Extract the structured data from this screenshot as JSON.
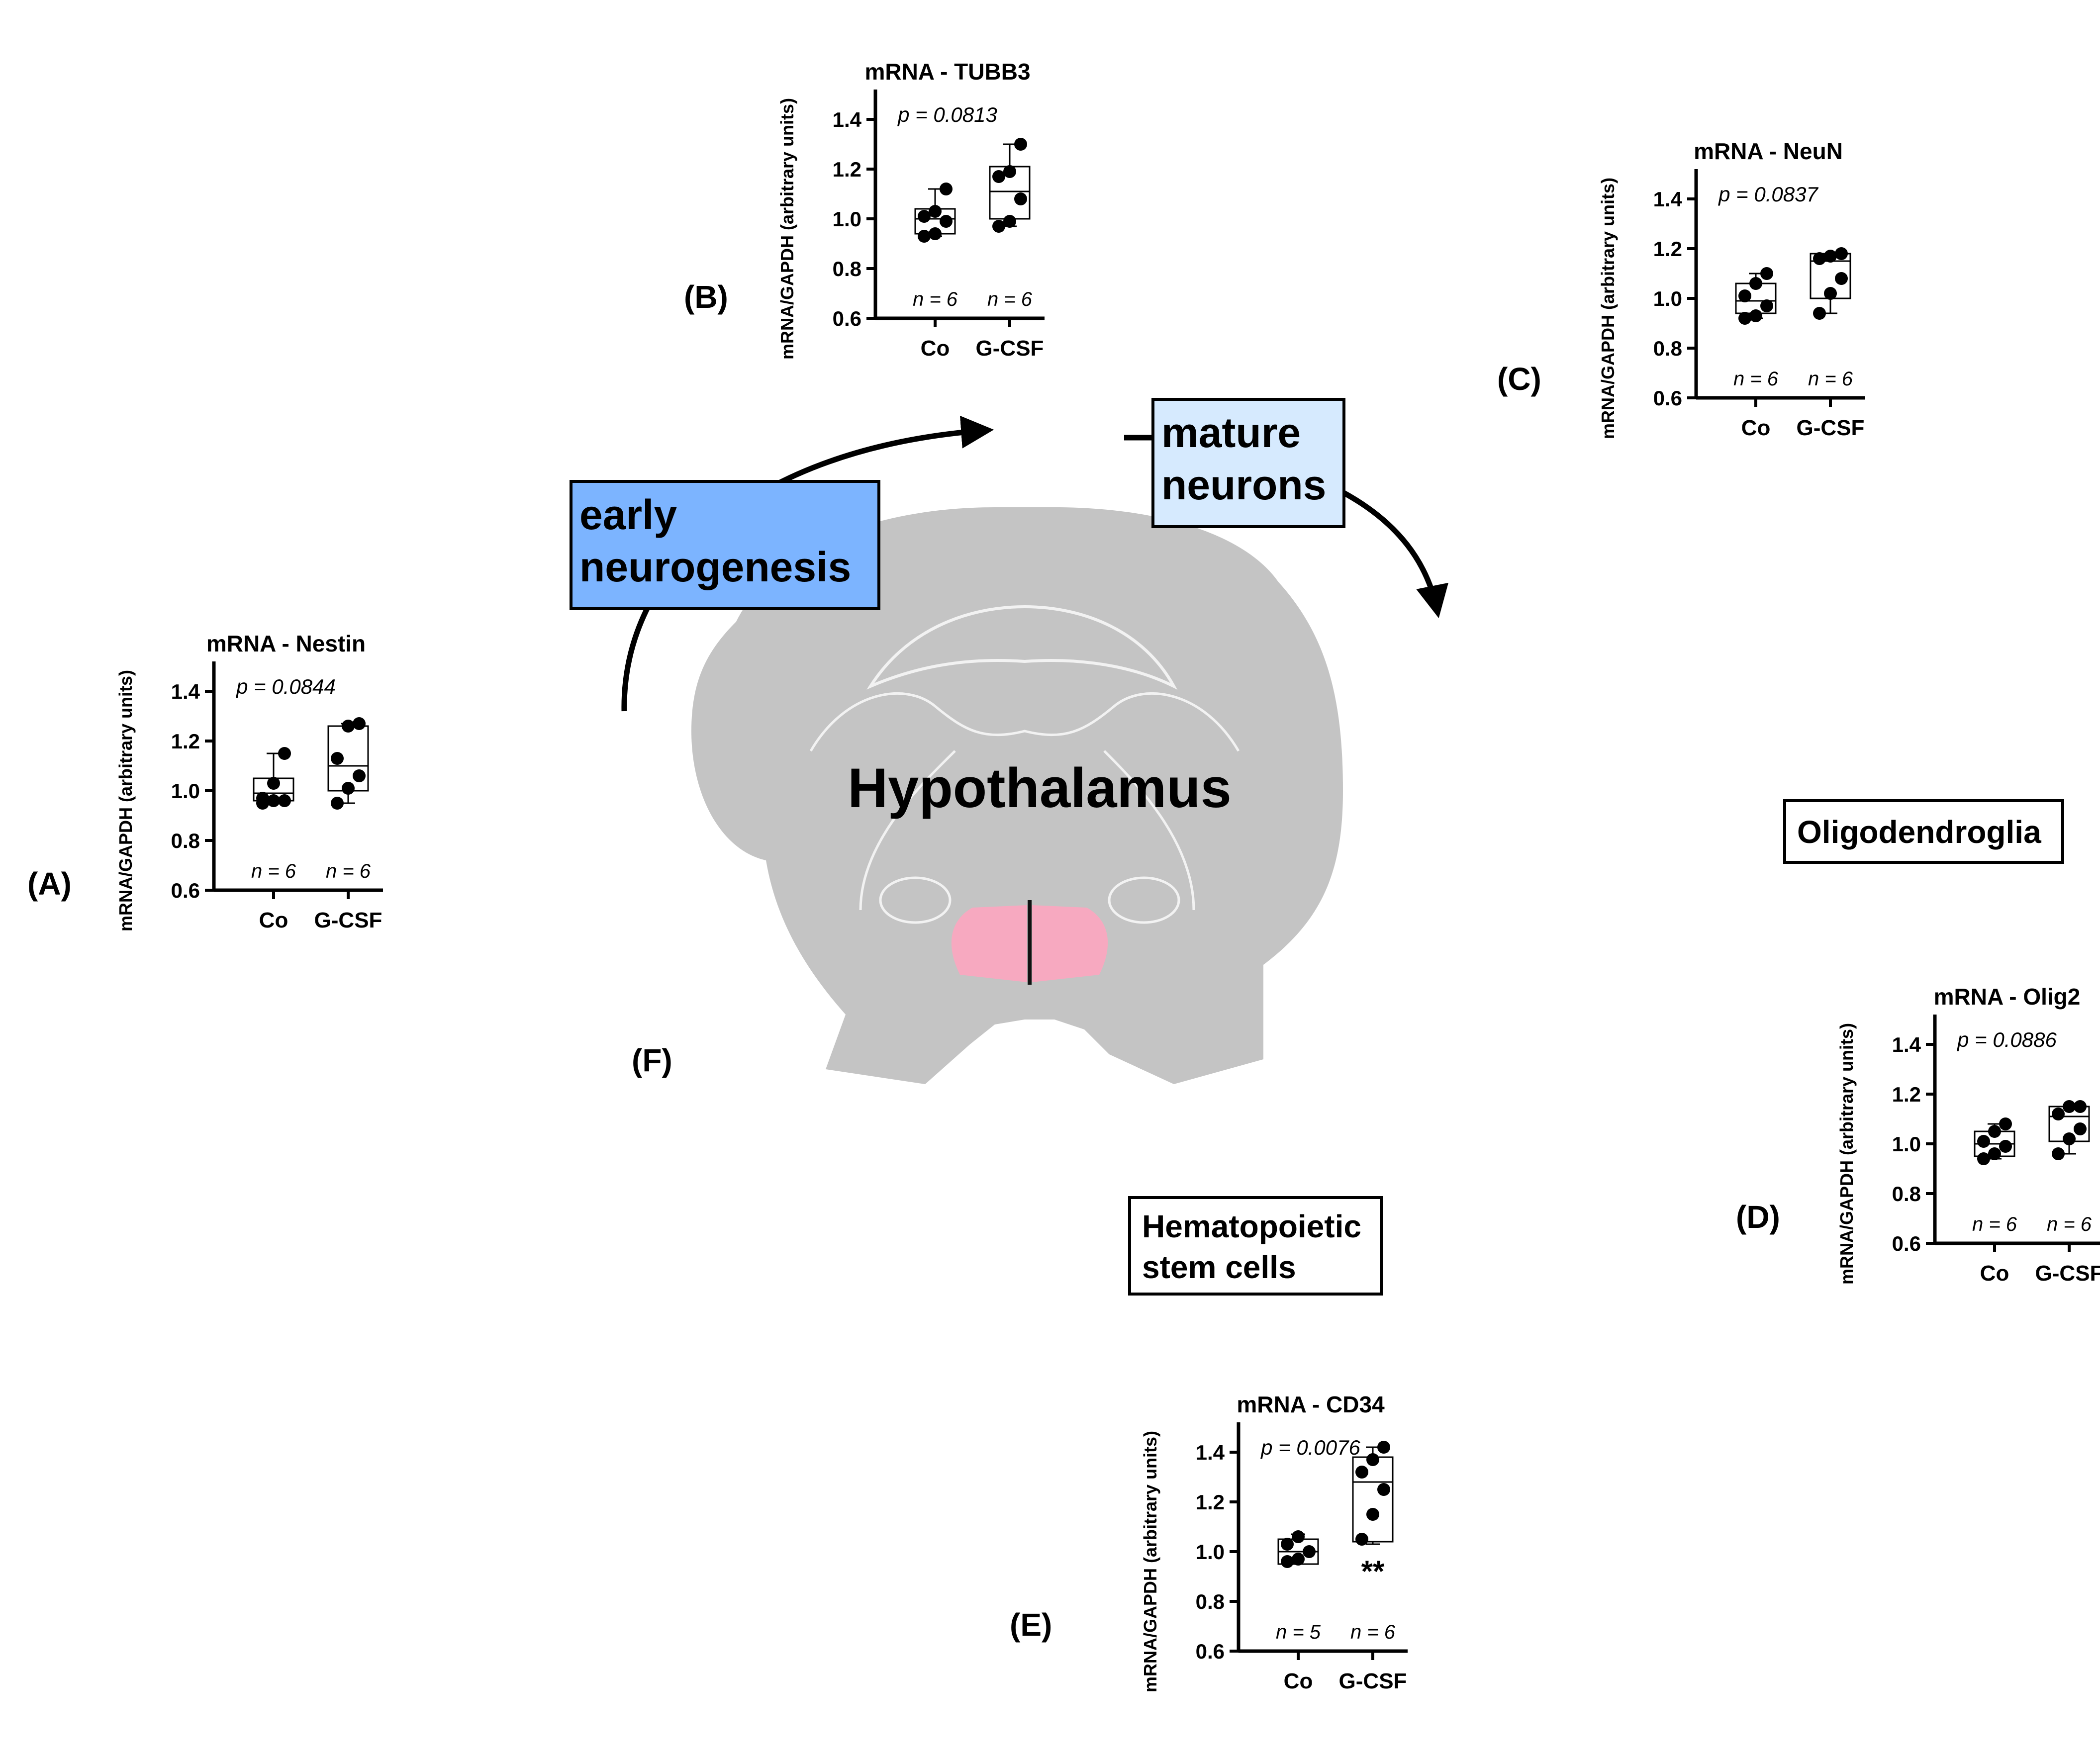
{
  "labels": {
    "early": "early\nneurogenesis",
    "mature": "mature\nneurons",
    "oligo": "Oligodendroglia",
    "hema": "Hematopoietic\nstem cells",
    "hypothalamus": "Hypothalamus",
    "panel_f": "(F)"
  },
  "colors": {
    "early_box": "#7cb4ff",
    "mature_box": "#d6eafe",
    "brain": "#c4c4c4",
    "brain_outline": "#f2f2f2",
    "nucleus": "#f7a9c0"
  },
  "chart_data": [
    {
      "type": "box",
      "panel": "(A)",
      "title": "mRNA - Nestin",
      "ylabel": "mRNA/GAPDH (arbitrary units)",
      "categories": [
        "Co",
        "G-CSF"
      ],
      "ylim": [
        0.6,
        1.4
      ],
      "yticks": [
        "0.6",
        "0.8",
        "1.0",
        "1.2",
        "1.4"
      ],
      "p_label": "p = 0.0844",
      "n_labels": [
        "n = 6",
        "n = 6"
      ],
      "significance": "",
      "boxes": [
        {
          "min": 0.95,
          "q1": 0.96,
          "median": 0.99,
          "q3": 1.05,
          "max": 1.15
        },
        {
          "min": 0.95,
          "q1": 1.0,
          "median": 1.1,
          "q3": 1.26,
          "max": 1.27
        }
      ],
      "points": [
        [
          0.95,
          0.96,
          0.96,
          0.97,
          1.03,
          1.15
        ],
        [
          0.95,
          1.01,
          1.06,
          1.13,
          1.26,
          1.27
        ]
      ]
    },
    {
      "type": "box",
      "panel": "(B)",
      "title": "mRNA - TUBB3",
      "ylabel": "mRNA/GAPDH (arbitrary units)",
      "categories": [
        "Co",
        "G-CSF"
      ],
      "ylim": [
        0.6,
        1.4
      ],
      "yticks": [
        "0.6",
        "0.8",
        "1.0",
        "1.2",
        "1.4"
      ],
      "p_label": "p = 0.0813",
      "n_labels": [
        "n = 6",
        "n = 6"
      ],
      "significance": "",
      "boxes": [
        {
          "min": 0.93,
          "q1": 0.94,
          "median": 1.0,
          "q3": 1.04,
          "max": 1.12
        },
        {
          "min": 0.97,
          "q1": 1.0,
          "median": 1.11,
          "q3": 1.21,
          "max": 1.3
        }
      ],
      "points": [
        [
          0.93,
          0.94,
          0.99,
          1.01,
          1.03,
          1.12
        ],
        [
          0.97,
          0.99,
          1.08,
          1.17,
          1.19,
          1.3
        ]
      ]
    },
    {
      "type": "box",
      "panel": "(C)",
      "title": "mRNA - NeuN",
      "ylabel": "mRNA/GAPDH (arbitrary units)",
      "categories": [
        "Co",
        "G-CSF"
      ],
      "ylim": [
        0.6,
        1.4
      ],
      "yticks": [
        "0.6",
        "0.8",
        "1.0",
        "1.2",
        "1.4"
      ],
      "p_label": "p = 0.0837",
      "n_labels": [
        "n = 6",
        "n = 6"
      ],
      "significance": "",
      "boxes": [
        {
          "min": 0.92,
          "q1": 0.94,
          "median": 0.99,
          "q3": 1.06,
          "max": 1.1
        },
        {
          "min": 0.94,
          "q1": 1.0,
          "median": 1.15,
          "q3": 1.18,
          "max": 1.18
        }
      ],
      "points": [
        [
          0.92,
          0.93,
          0.97,
          1.01,
          1.06,
          1.1
        ],
        [
          0.94,
          1.02,
          1.08,
          1.16,
          1.17,
          1.18
        ]
      ]
    },
    {
      "type": "box",
      "panel": "(D)",
      "title": "mRNA - Olig2",
      "ylabel": "mRNA/GAPDH (arbitrary units)",
      "categories": [
        "Co",
        "G-CSF"
      ],
      "ylim": [
        0.6,
        1.4
      ],
      "yticks": [
        "0.6",
        "0.8",
        "1.0",
        "1.2",
        "1.4"
      ],
      "p_label": "p = 0.0886",
      "n_labels": [
        "n = 6",
        "n = 6"
      ],
      "significance": "",
      "boxes": [
        {
          "min": 0.94,
          "q1": 0.95,
          "median": 1.0,
          "q3": 1.05,
          "max": 1.08
        },
        {
          "min": 0.96,
          "q1": 1.01,
          "median": 1.11,
          "q3": 1.15,
          "max": 1.15
        }
      ],
      "points": [
        [
          0.94,
          0.96,
          0.99,
          1.01,
          1.05,
          1.08
        ],
        [
          0.96,
          1.02,
          1.06,
          1.12,
          1.15,
          1.15
        ]
      ]
    },
    {
      "type": "box",
      "panel": "(E)",
      "title": "mRNA - CD34",
      "ylabel": "mRNA/GAPDH (arbitrary units)",
      "categories": [
        "Co",
        "G-CSF"
      ],
      "ylim": [
        0.6,
        1.4
      ],
      "yticks": [
        "0.6",
        "0.8",
        "1.0",
        "1.2",
        "1.4"
      ],
      "p_label": "p = 0.0076",
      "n_labels": [
        "n = 5",
        "n = 6"
      ],
      "significance": "**",
      "boxes": [
        {
          "min": 0.96,
          "q1": 0.95,
          "median": 1.0,
          "q3": 1.05,
          "max": 1.07
        },
        {
          "min": 1.03,
          "q1": 1.04,
          "median": 1.28,
          "q3": 1.38,
          "max": 1.42
        }
      ],
      "points": [
        [
          0.96,
          0.97,
          1.0,
          1.03,
          1.06
        ],
        [
          1.05,
          1.15,
          1.25,
          1.32,
          1.37,
          1.42
        ]
      ]
    }
  ]
}
